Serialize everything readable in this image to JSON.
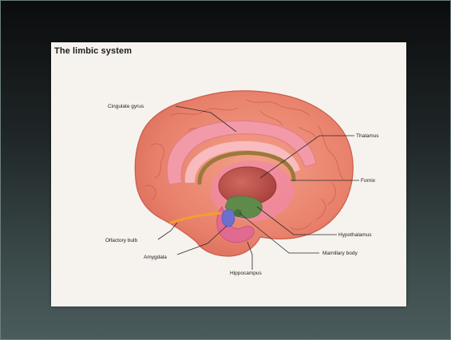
{
  "diagram": {
    "title": "The limbic system",
    "labels": {
      "cingulate_gyrus": "Cingulate gyrus",
      "thalamus": "Thalamus",
      "fornix": "Fornix",
      "olfactory_bulb": "Olfactory bulb",
      "amygdala": "Amygdala",
      "hippocampus": "Hippocampus",
      "hypothalamus": "Hypothalamus",
      "mamillary_body": "Mamillary body"
    }
  },
  "colors": {
    "slide_bg_top": "#0b0c0d",
    "slide_bg_bottom": "#4b5c5d",
    "cortex": "#e8806a",
    "limbic_pink": "#f08aa0",
    "thalamus": "#b84a45",
    "hypothalamus": "#5f8a4a",
    "amygdala": "#6b6fd0",
    "olfactory": "#f0a030",
    "fornix": "#9a7a3a"
  }
}
